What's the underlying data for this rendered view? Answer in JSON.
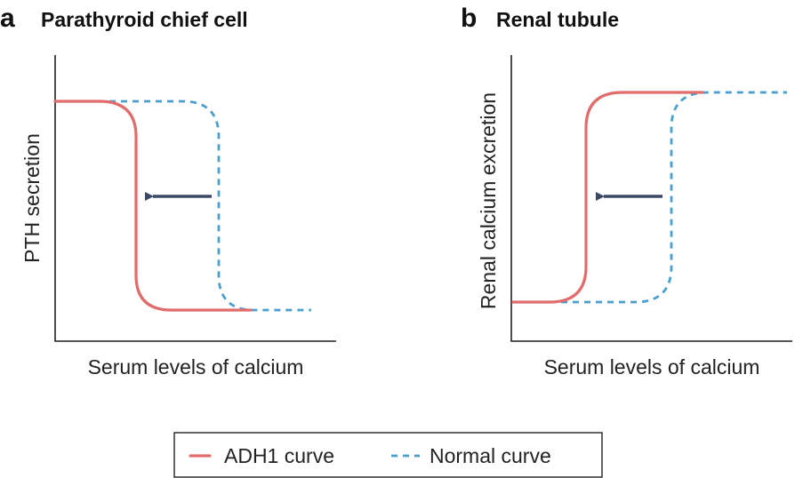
{
  "colors": {
    "adh1": "#e06c6c",
    "normal": "#4a9fcf",
    "arrow": "#3a4a66"
  },
  "panel_a": {
    "letter": "a",
    "title": "Parathyroid chief cell",
    "ylabel": "PTH secretion",
    "xlabel": "Serum levels of calcium"
  },
  "panel_b": {
    "letter": "b",
    "title": "Renal tubule",
    "ylabel": "Renal calcium excretion",
    "xlabel": "Serum levels of calcium"
  },
  "legend": {
    "adh1_label": "ADH1 curve",
    "normal_label": "Normal curve"
  }
}
